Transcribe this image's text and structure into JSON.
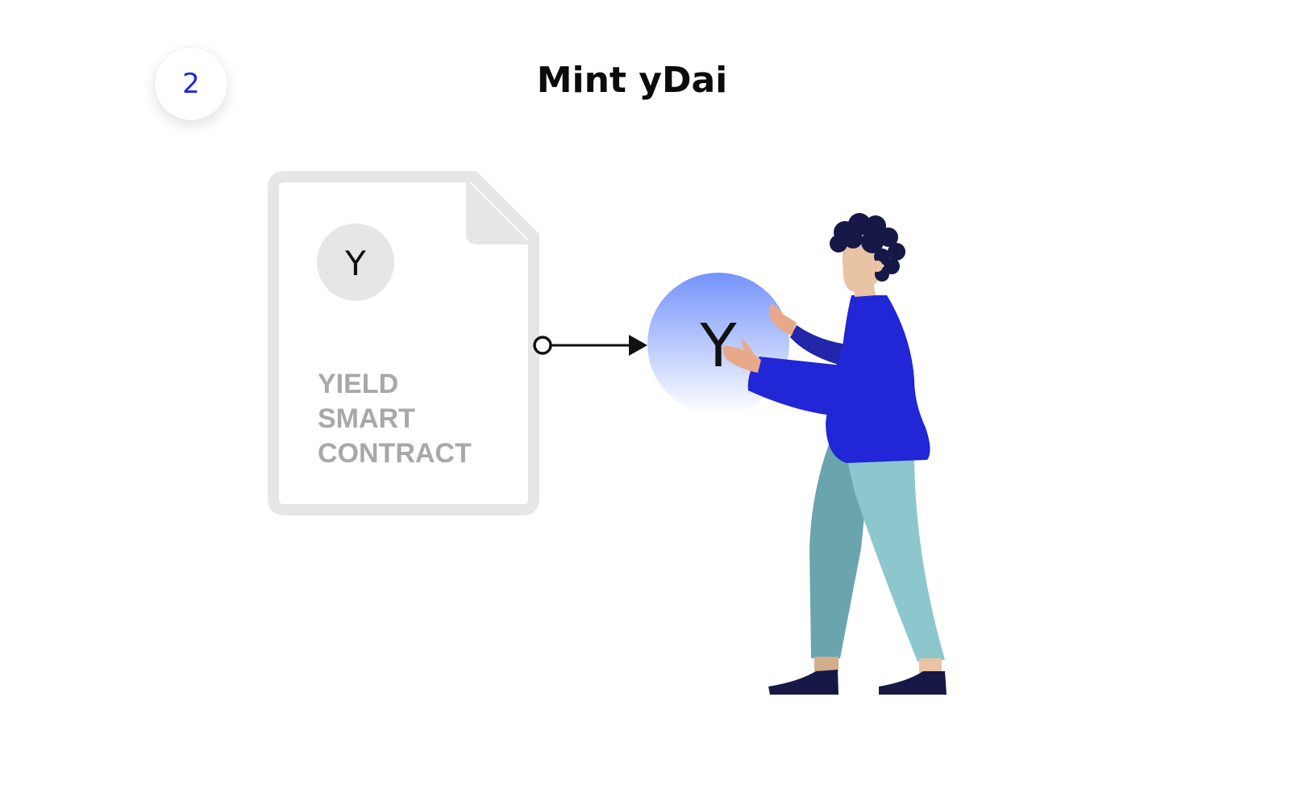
{
  "step": {
    "number": "2"
  },
  "title": "Mint yDai",
  "contract": {
    "token_symbol": "Y",
    "label_lines": [
      "YIELD",
      "SMART",
      "CONTRACT"
    ]
  },
  "token": {
    "symbol": "Y"
  },
  "colors": {
    "accent": "#1d2bd6",
    "document_gray": "#e6e6e6",
    "label_gray": "#a8a8a8",
    "token_gradient_top": "#7493fb",
    "token_gradient_bottom": "#ffffff",
    "shirt": "#2126d6",
    "pants_light": "#8cc7cd",
    "pants_dark": "#6aa4ad",
    "hair": "#161845",
    "skin": "#e8c3a4"
  }
}
